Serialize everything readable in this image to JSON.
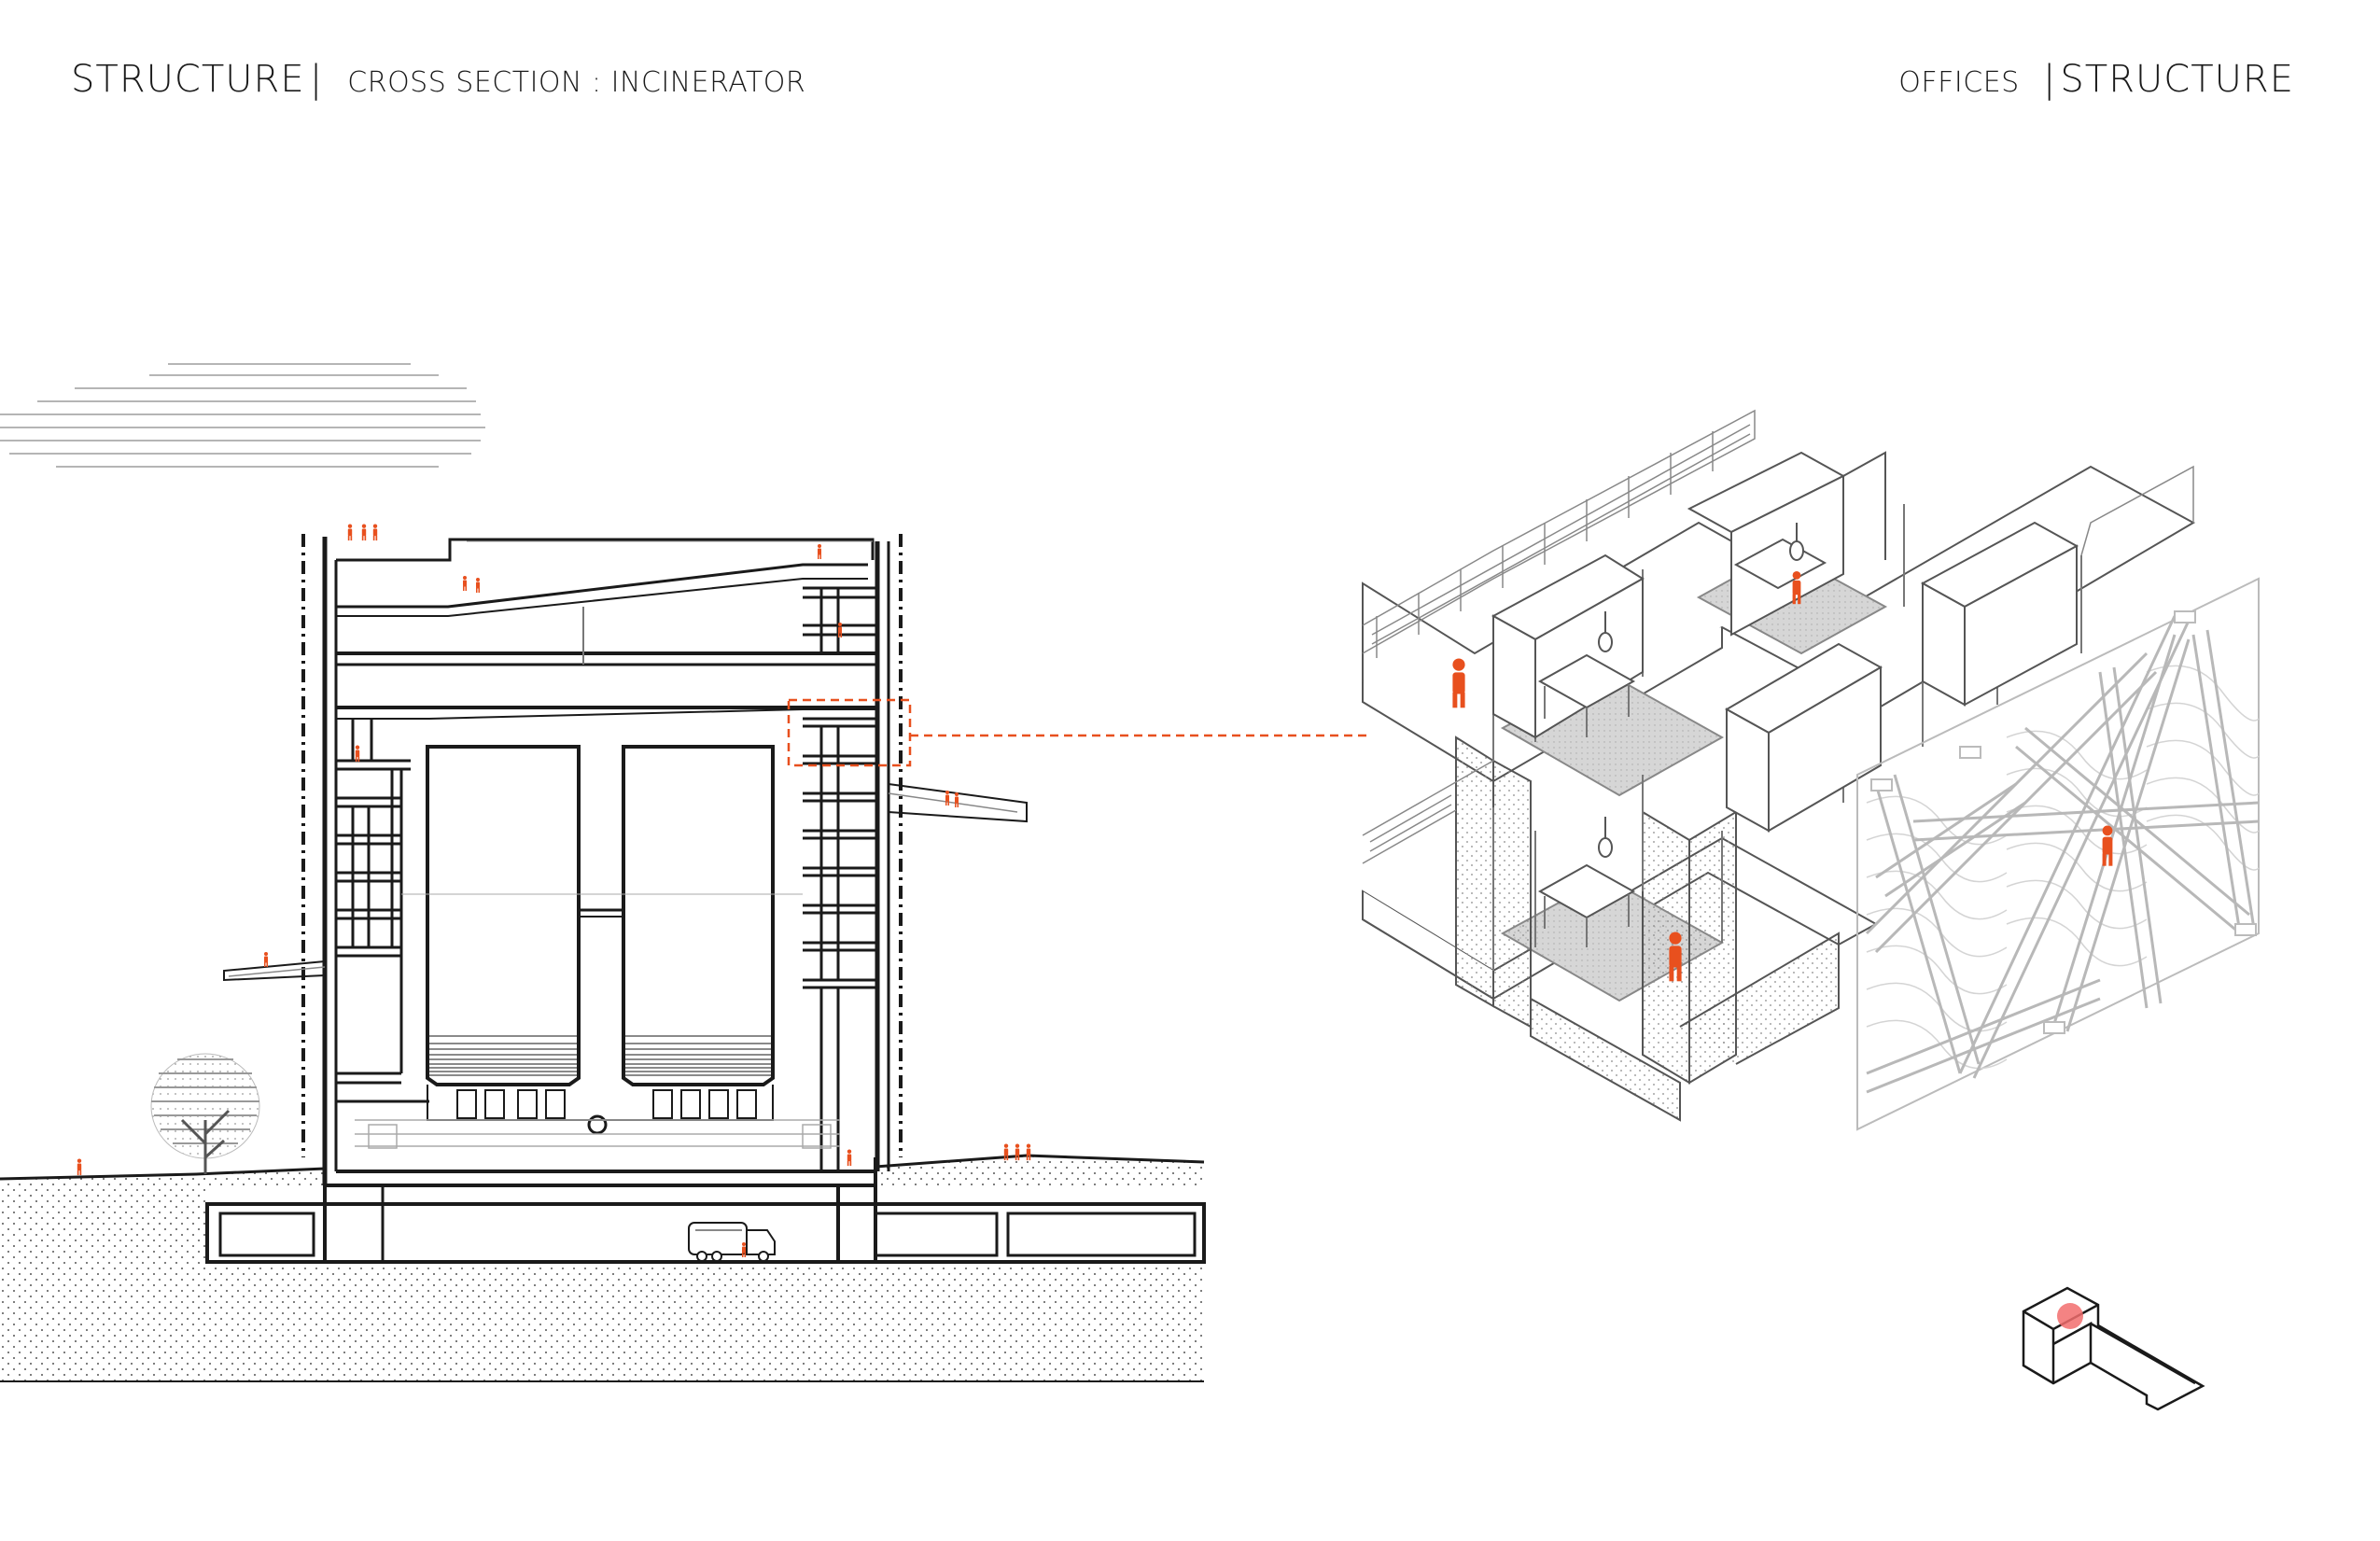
{
  "header_left": {
    "main": "STRUCTURE",
    "separator": "|",
    "sub": "CROSS SECTION : INCINERATOR"
  },
  "header_right": {
    "sub": "OFFICES",
    "separator": "|",
    "main": "STRUCTURE"
  },
  "colors": {
    "accent": "#e8501e",
    "line": "#1a1a1a",
    "light_line": "#9a9a9a",
    "locator_dot": "#f26d6d"
  },
  "icons": {
    "person": "orange-person-silhouette",
    "truck": "garbage-truck",
    "tree": "tree",
    "locator": "site-locator-block"
  }
}
